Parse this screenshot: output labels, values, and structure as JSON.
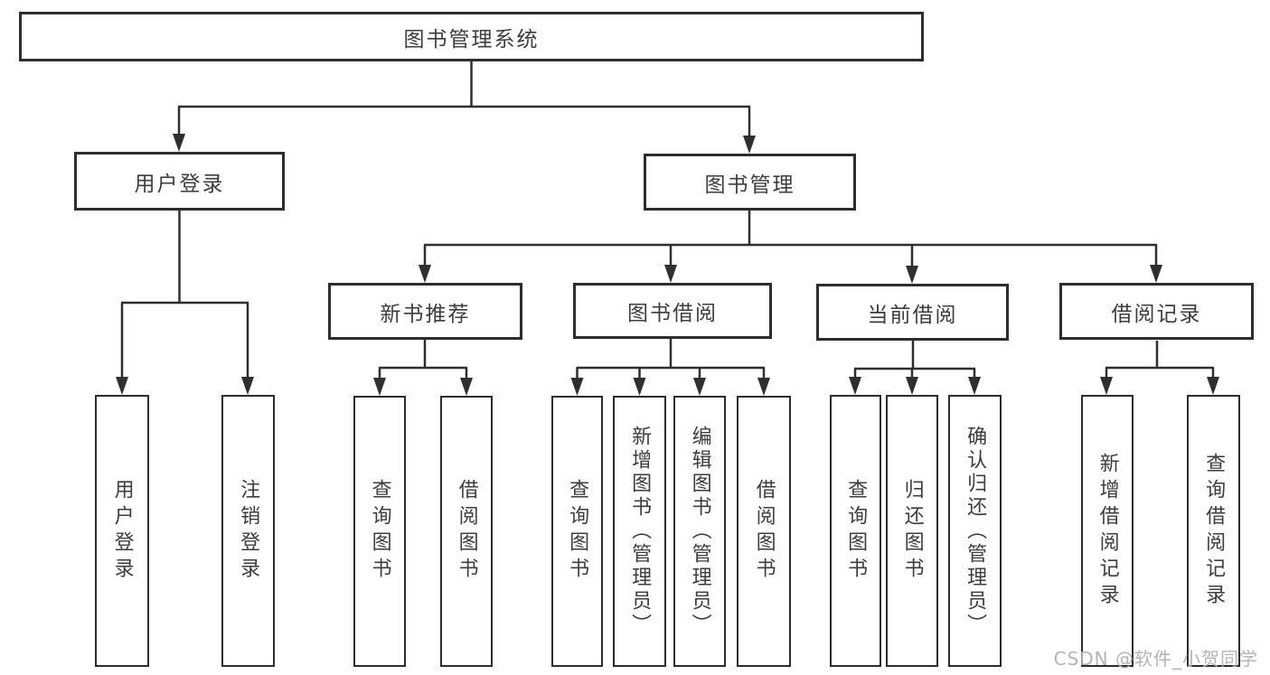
{
  "tree": {
    "root": {
      "label": "图书管理系统"
    },
    "level2": [
      {
        "label": "用户登录"
      },
      {
        "label": "图书管理"
      }
    ],
    "level3": [
      {
        "label": "新书推荐",
        "parent": "图书管理"
      },
      {
        "label": "图书借阅",
        "parent": "图书管理"
      },
      {
        "label": "当前借阅",
        "parent": "图书管理"
      },
      {
        "label": "借阅记录",
        "parent": "图书管理"
      }
    ],
    "leaves": [
      {
        "label": "用户登录",
        "parent": "用户登录"
      },
      {
        "label": "注销登录",
        "parent": "用户登录"
      },
      {
        "label": "查询图书",
        "parent": "新书推荐"
      },
      {
        "label": "借阅图书",
        "parent": "新书推荐"
      },
      {
        "label": "查询图书",
        "parent": "图书借阅"
      },
      {
        "label": "新增图书（管理员）",
        "parent": "图书借阅"
      },
      {
        "label": "编辑图书（管理员）",
        "parent": "图书借阅"
      },
      {
        "label": "借阅图书",
        "parent": "图书借阅"
      },
      {
        "label": "查询图书",
        "parent": "当前借阅"
      },
      {
        "label": "归还图书",
        "parent": "当前借阅"
      },
      {
        "label": "确认归还（管理员）",
        "parent": "当前借阅"
      },
      {
        "label": "新增借阅记录",
        "parent": "借阅记录"
      },
      {
        "label": "查询借阅记录",
        "parent": "借阅记录"
      }
    ]
  },
  "watermark": {
    "text": "CSDN @软件_小贺同学"
  },
  "colors": {
    "line": "#2f2f2f",
    "text": "#3d3d3d",
    "watermark": "#b4b4b4",
    "background": "#ffffff"
  }
}
